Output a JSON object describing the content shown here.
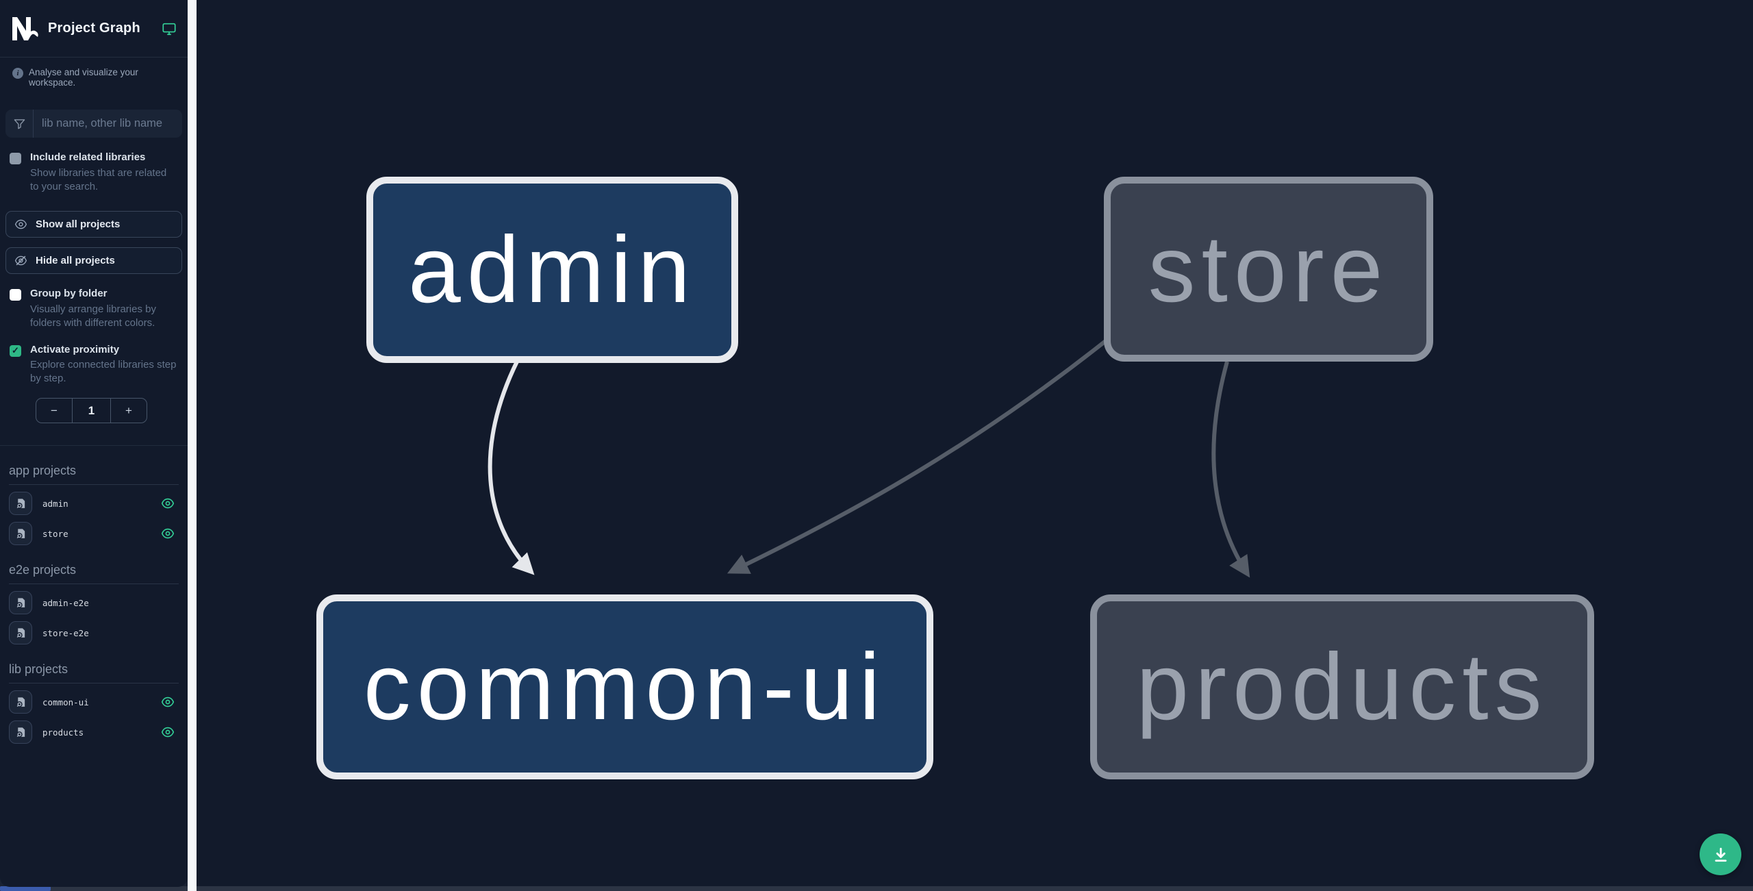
{
  "app": {
    "title": "Project Graph"
  },
  "sidebar": {
    "tagline": "Analyse and visualize your workspace.",
    "search_placeholder": "lib name, other lib name",
    "include_related": {
      "label": "Include related libraries",
      "description": "Show libraries that are related to your search.",
      "checked": false
    },
    "show_all_label": "Show all projects",
    "hide_all_label": "Hide all projects",
    "group_by_folder": {
      "label": "Group by folder",
      "description": "Visually arrange libraries by folders with different colors.",
      "checked": false
    },
    "activate_proximity": {
      "label": "Activate proximity",
      "description": "Explore connected libraries step by step.",
      "checked": true,
      "checkmark": "✓"
    },
    "stepper": {
      "decrement": "−",
      "value": "1",
      "increment": "+"
    },
    "sections": [
      {
        "heading": "app projects",
        "items": [
          {
            "name": "admin",
            "visible": true
          },
          {
            "name": "store",
            "visible": true
          }
        ]
      },
      {
        "heading": "e2e projects",
        "items": [
          {
            "name": "admin-e2e"
          },
          {
            "name": "store-e2e"
          }
        ]
      },
      {
        "heading": "lib projects",
        "items": [
          {
            "name": "common-ui",
            "visible": true
          },
          {
            "name": "products",
            "visible": true
          }
        ]
      }
    ]
  },
  "graph": {
    "nodes": [
      {
        "id": "admin",
        "label": "admin",
        "state": "focused"
      },
      {
        "id": "store",
        "label": "store",
        "state": "dimmed"
      },
      {
        "id": "common-ui",
        "label": "common-ui",
        "state": "focused"
      },
      {
        "id": "products",
        "label": "products",
        "state": "dimmed"
      }
    ],
    "edges": [
      {
        "source": "admin",
        "target": "common-ui",
        "state": "highlighted"
      },
      {
        "source": "store",
        "target": "common-ui",
        "state": "dimmed"
      },
      {
        "source": "store",
        "target": "products",
        "state": "dimmed"
      }
    ]
  },
  "colors": {
    "accent_teal": "#2eb886",
    "eye_green": "#34d399",
    "node_focused_fill": "#1d3b60",
    "node_focused_border": "#e8eaee",
    "node_dimmed_fill": "#3a4150",
    "node_dimmed_border": "#8a919d",
    "edge_highlighted": "#e5e7eb",
    "edge_dimmed": "#565d68",
    "sidebar_bg": "#121a2b"
  }
}
